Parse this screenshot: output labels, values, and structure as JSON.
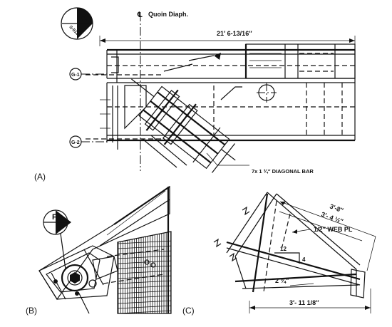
{
  "panel_a": {
    "label": "(A)",
    "section_marker": {
      "letter": "A",
      "sheet": "S-511"
    },
    "centerline_note": "Quoin Diaph.",
    "centerline_symbol": "℄",
    "top_dimension": "21′ 6-13/16″",
    "grid_lines": [
      "G-1",
      "G-2"
    ],
    "callout": "7x 1 ¾″ DIAGONAL BAR"
  },
  "panel_b": {
    "label": "(B)",
    "section_marker": {
      "letter": "F"
    }
  },
  "panel_c": {
    "label": "(C)",
    "dim_overall": "3′-8″",
    "dim_inner": "3′- 4 ½″",
    "web_plate": "1/2″ WEB PL",
    "slope_run": "12",
    "slope_rise": "4",
    "dim_small": "2 ¾″",
    "dim_bottom": "3′- 11 1/8″"
  }
}
